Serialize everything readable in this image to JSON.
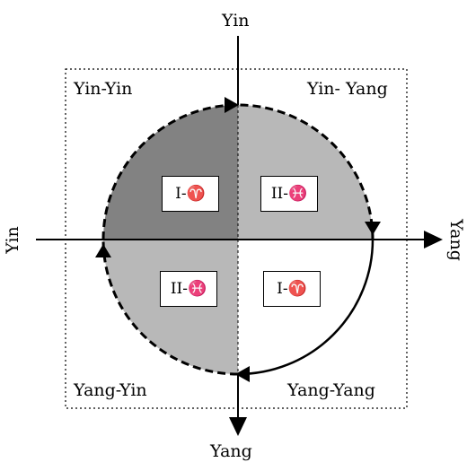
{
  "axes": {
    "top": "Yin",
    "bottom": "Yang",
    "left": "Yin",
    "right": "Yang"
  },
  "corners": {
    "top_left": "Yin-Yin",
    "top_right": "Yin- Yang",
    "bottom_left": "Yang-Yin",
    "bottom_right": "Yang-Yang"
  },
  "quadrants": {
    "top_left": "I-♈",
    "top_right": "II-♓",
    "bottom_left": "II-♓",
    "bottom_right": "I-♈"
  },
  "colors": {
    "dark_gray": "#828282",
    "light_gray": "#b8b8b8",
    "white": "#ffffff",
    "line": "#000000"
  }
}
